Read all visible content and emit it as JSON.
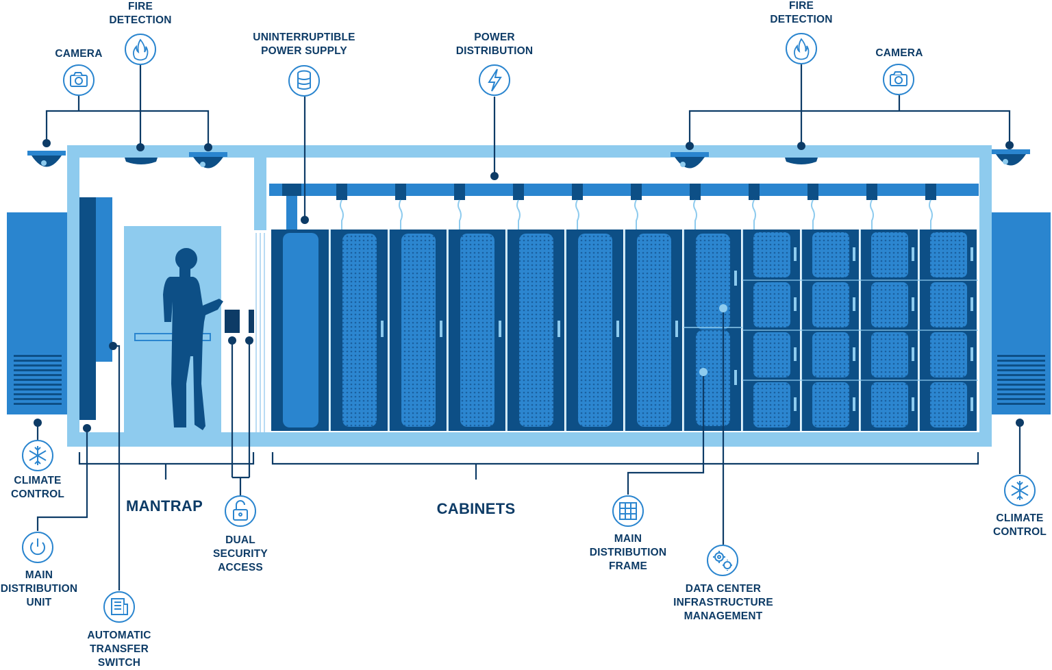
{
  "labels": {
    "fire_detection_left": [
      "FIRE",
      "DETECTION"
    ],
    "camera_left": "CAMERA",
    "ups": [
      "UNINTERRUPTIBLE",
      "POWER SUPPLY"
    ],
    "power_distribution": [
      "POWER",
      "DISTRIBUTION"
    ],
    "fire_detection_right": [
      "FIRE",
      "DETECTION"
    ],
    "camera_right": "CAMERA",
    "climate_control_left": [
      "CLIMATE",
      "CONTROL"
    ],
    "climate_control_right": [
      "CLIMATE",
      "CONTROL"
    ],
    "mantrap": "MANTRAP",
    "cabinets": "CABINETS",
    "main_distribution_unit": [
      "MAIN",
      "DISTRIBUTION",
      "UNIT"
    ],
    "automatic_transfer_switch": [
      "AUTOMATIC",
      "TRANSFER",
      "SWITCH"
    ],
    "dual_security_access": [
      "DUAL",
      "SECURITY",
      "ACCESS"
    ],
    "main_distribution_frame": [
      "MAIN",
      "DISTRIBUTION",
      "FRAME"
    ],
    "dcim": [
      "DATA CENTER",
      "INFRASTRUCTURE",
      "MANAGEMENT"
    ]
  },
  "icons": {
    "fire": "flame-icon",
    "camera": "camera-icon",
    "ups": "database-icon",
    "power": "lightning-icon",
    "climate": "snowflake-icon",
    "mdu": "power-icon",
    "ats": "building-icon",
    "security": "lock-icon",
    "mdf": "grid-icon",
    "dcim": "gears-icon"
  },
  "colors": {
    "light_blue": "#8ecbee",
    "mid_blue": "#2a85cf",
    "dark_blue": "#0d4f86",
    "navy": "#0d3b66"
  }
}
